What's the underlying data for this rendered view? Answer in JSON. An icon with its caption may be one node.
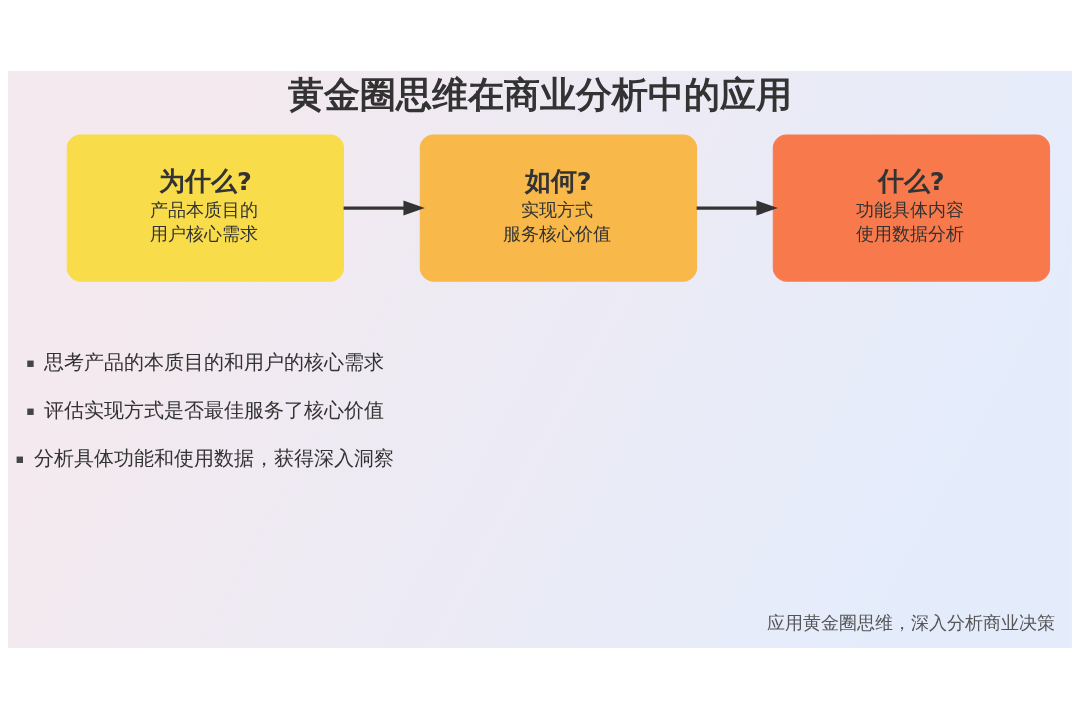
{
  "diagram": {
    "title": "黄金圈思维在商业分析中的应用",
    "caption": "应用黄金圈思维，深入分析商业决策",
    "nodes": [
      {
        "text": [
          "为什么?",
          "产品本质目的",
          "用户核心需求"
        ]
      },
      {
        "text": [
          "如何?",
          "实现方式",
          "服务核心价值"
        ]
      },
      {
        "text": [
          "什么?",
          "功能具体内容",
          "使用数据分析"
        ]
      }
    ],
    "edges": [
      {
        "from": 0,
        "to": 1,
        "arrow": "to"
      },
      {
        "from": 1,
        "to": 2,
        "arrow": "to"
      }
    ],
    "labels": [
      "思考产品的本质目的和用户的核心需求",
      "评估实现方式是否最佳服务了核心价值",
      "分析具体功能和使用数据，获得深入洞察"
    ]
  }
}
